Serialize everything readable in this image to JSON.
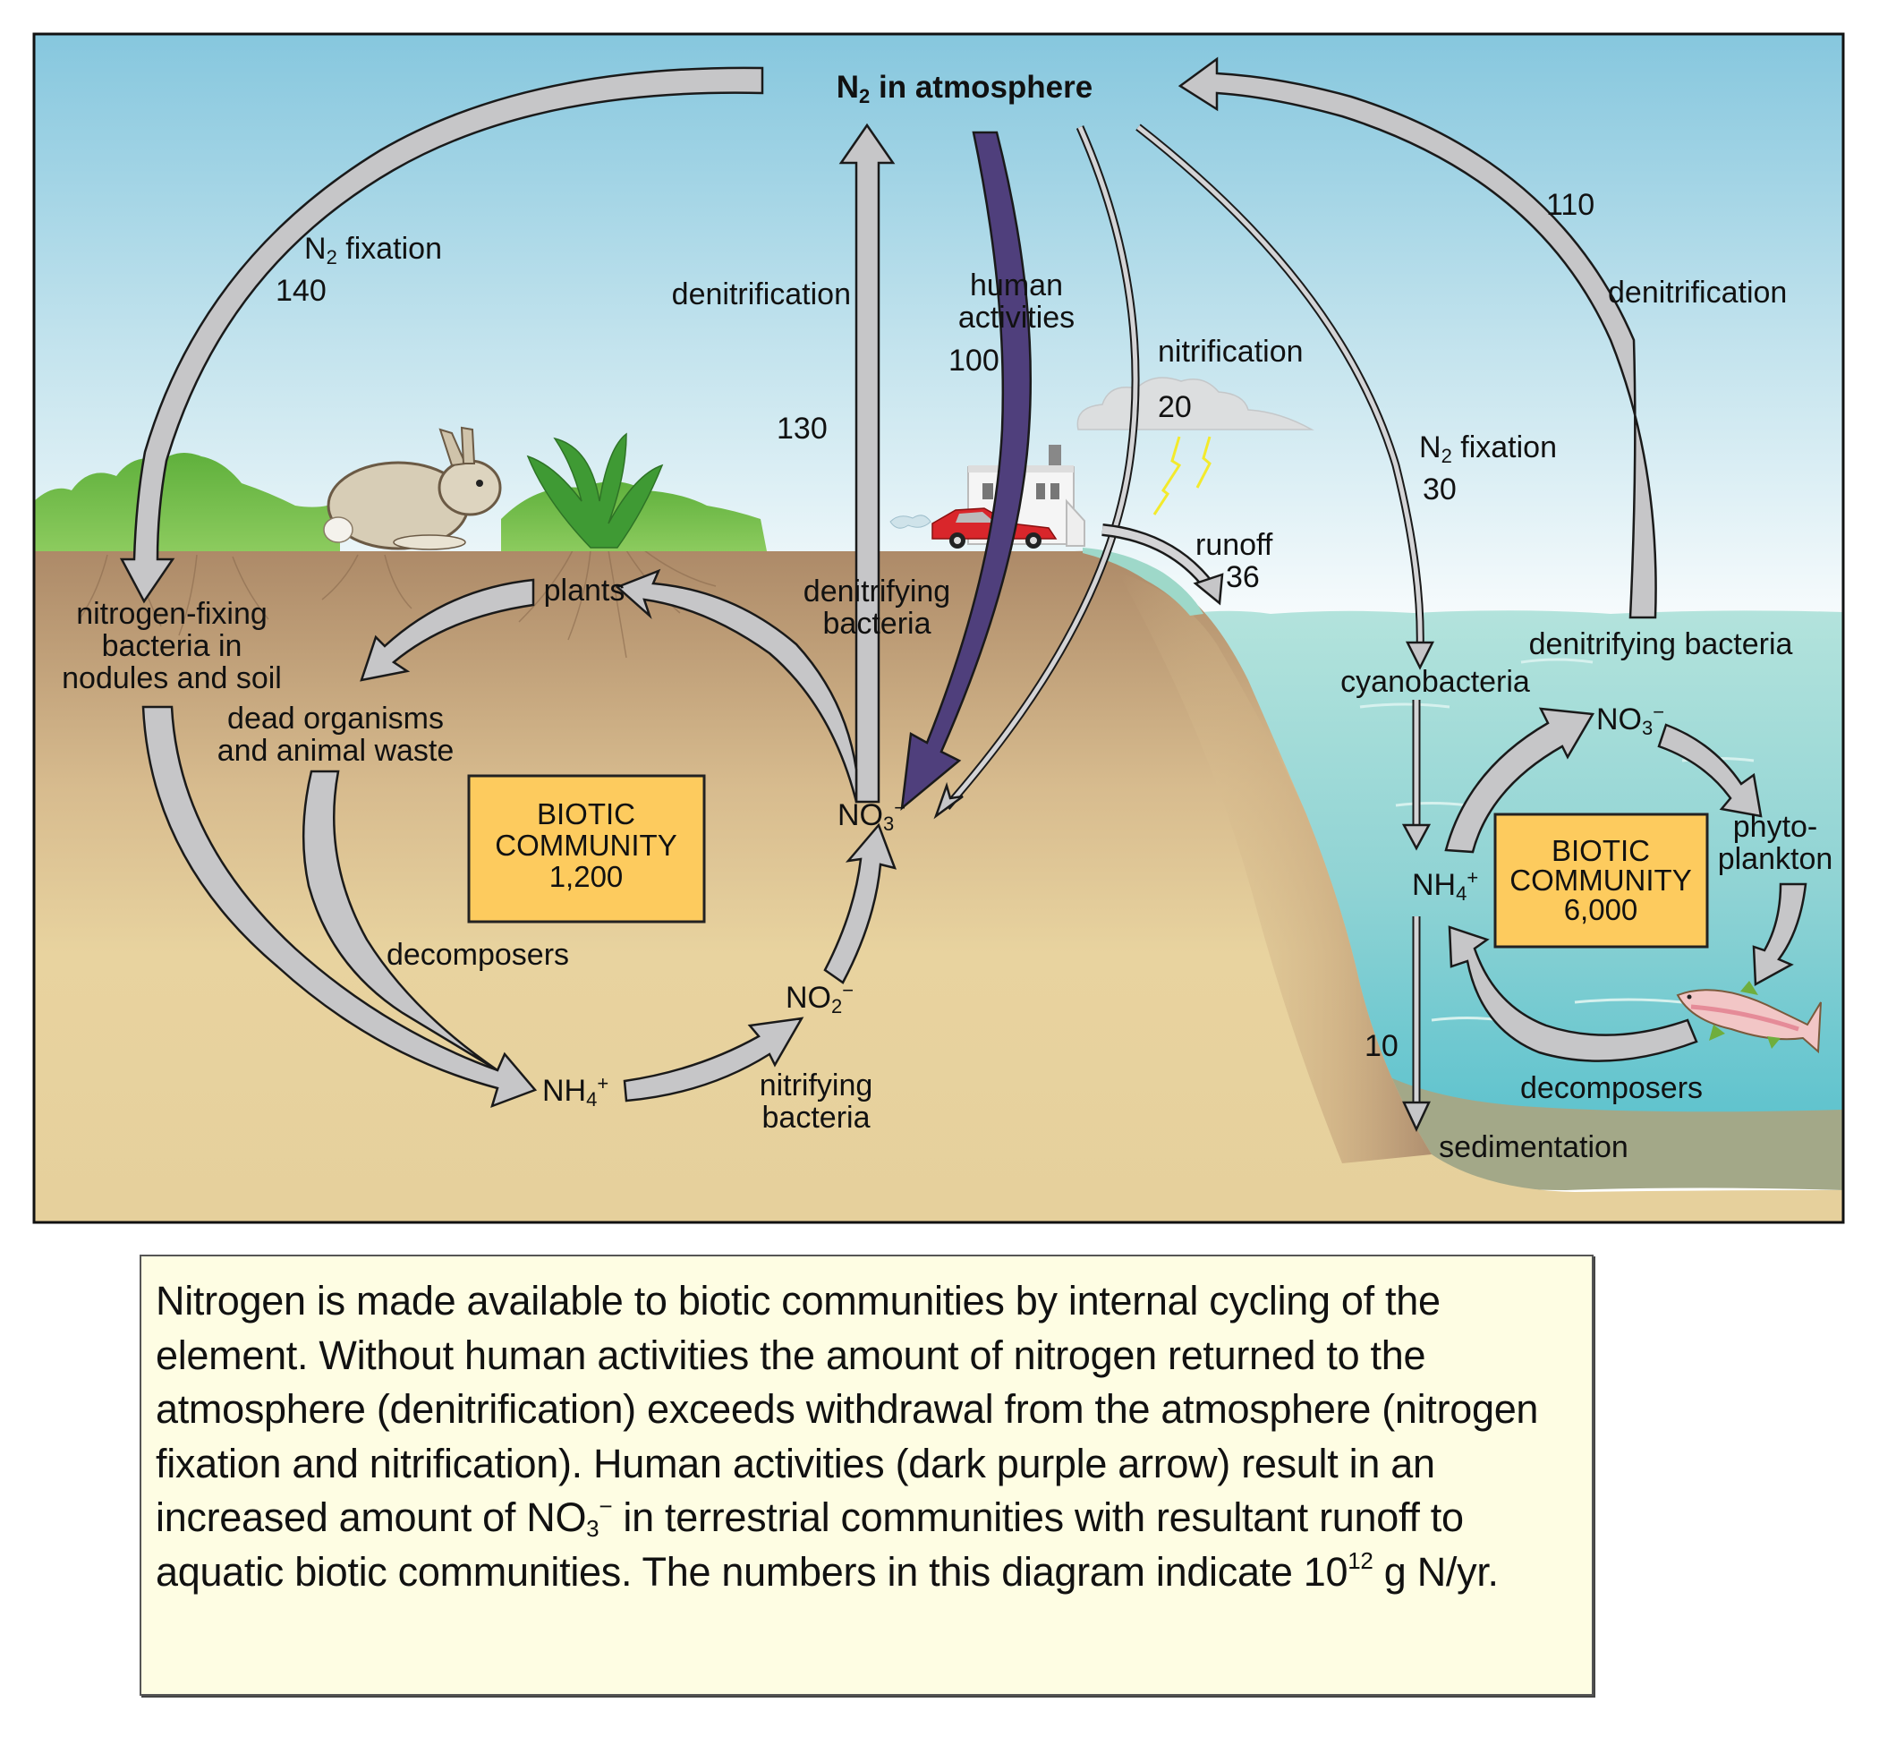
{
  "title": {
    "text": "N",
    "sub": "2",
    "rest": " in atmosphere"
  },
  "colors": {
    "sky_top": "#86c7de",
    "sky_bottom": "#ffffff",
    "soil_top": "#b08d6b",
    "soil_bottom": "#e8d39f",
    "water_top": "#b3e3dc",
    "water_deep": "#5fc3ce",
    "sediment": "#a3a888",
    "arrow_gray": "#c6c6c8",
    "arrow_purple": "#4f3f7c",
    "biotic_box": "#fdcb5e",
    "caption_bg": "#fefde3"
  },
  "flows": {
    "n2_fixation_land": {
      "label_main": "N",
      "label_sub": "2",
      "label_rest": " fixation",
      "value": "140"
    },
    "denitrification_land": {
      "label": "denitrification",
      "value": "130"
    },
    "human_activities": {
      "label_line1": "human",
      "label_line2": "activities",
      "value": "100"
    },
    "nitrification": {
      "label": "nitrification",
      "value": "20"
    },
    "n2_fixation_water": {
      "label_main": "N",
      "label_sub": "2",
      "label_rest": " fixation",
      "value": "30"
    },
    "denitrification_water": {
      "label": "denitrification",
      "value": "110"
    },
    "runoff": {
      "label": "runoff",
      "value": "36"
    },
    "sedimentation": {
      "label": "sedimentation",
      "value": "10"
    }
  },
  "terrestrial": {
    "nitrogen_fixing": [
      "nitrogen-fixing",
      "bacteria in",
      "nodules and soil"
    ],
    "plants": "plants",
    "denitrifying_bacteria": [
      "denitrifying",
      "bacteria"
    ],
    "dead_organisms": [
      "dead organisms",
      "and animal waste"
    ],
    "decomposers": "decomposers",
    "nh4": {
      "main": "NH",
      "sub": "4",
      "sup": "+"
    },
    "no2": {
      "main": "NO",
      "sub": "2",
      "sup": "−"
    },
    "no3": {
      "main": "NO",
      "sub": "3",
      "sup": "−"
    },
    "nitrifying_bacteria": [
      "nitrifying",
      "bacteria"
    ],
    "biotic_community": {
      "line1": "BIOTIC",
      "line2": "COMMUNITY",
      "value": "1,200"
    }
  },
  "aquatic": {
    "denitrifying_bacteria": "denitrifying bacteria",
    "cyanobacteria": "cyanobacteria",
    "no3": {
      "main": "NO",
      "sub": "3",
      "sup": "−"
    },
    "phytoplankton": [
      "phyto-",
      "plankton"
    ],
    "nh4": {
      "main": "NH",
      "sub": "4",
      "sup": "+"
    },
    "decomposers": "decomposers",
    "biotic_community": {
      "line1": "BIOTIC",
      "line2": "COMMUNITY",
      "value": "6,000"
    }
  },
  "illustrations": [
    "rabbit",
    "plant",
    "bushes",
    "house",
    "car",
    "cloud",
    "lightning",
    "fish"
  ],
  "caption": {
    "part1": "Nitrogen is made available to biotic communities by internal cycling of the element. Without human activities the amount of nitrogen returned to the atmosphere (denitrification) exceeds withdrawal from the atmosphere (nitrogen fixation and nitrification). Human activities (dark purple arrow) result in an increased amount of NO",
    "no3_sub": "3",
    "no3_sup": "−",
    "part2": " in terrestrial communities with resultant runoff to aquatic biotic communities. The numbers in this diagram indicate 10",
    "exp": "12",
    "part3": " g N/yr."
  }
}
